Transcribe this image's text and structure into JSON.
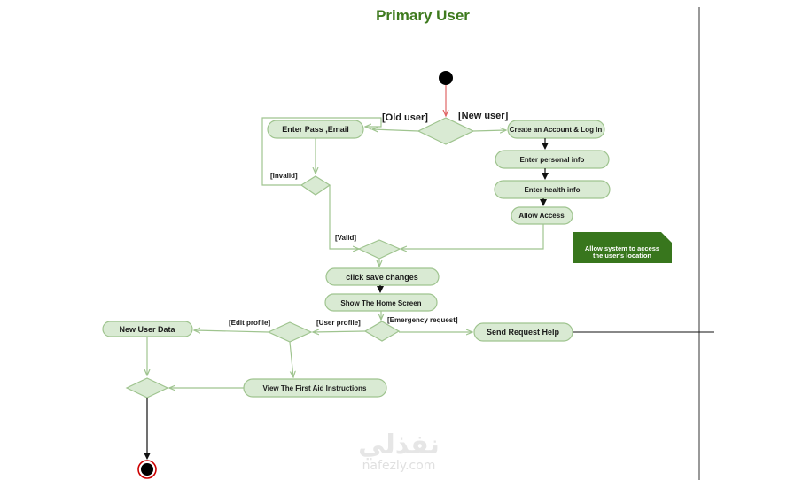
{
  "title": "Primary User",
  "nodes": {
    "enter_pass_email": "Enter Pass ,Email",
    "create_account": "Create an Account & Log In",
    "enter_personal_info": "Enter personal info",
    "enter_health_info": "Enter health info",
    "allow_access": "Allow Access",
    "click_save_changes": "click save changes",
    "show_home_screen": "Show The Home Screen",
    "new_user_data": "New User Data",
    "send_request_help": "Send Request Help",
    "view_first_aid": "View The First Aid Instructions"
  },
  "guards": {
    "old_user": "[Old user]",
    "new_user": "[New user]",
    "invalid": "[Invalid]",
    "valid": "[Valid]",
    "edit_profile": "[Edit profile]",
    "user_profile": "[User profile]",
    "emergency_request": "[Emergency request]"
  },
  "note": {
    "line1": "Allow system to access",
    "line2": "the user's location"
  },
  "watermark": {
    "arabic": "نفذلي",
    "latin": "nafezly.com"
  },
  "colors": {
    "node_fill": "#d9ead3",
    "node_stroke": "#9fc48f",
    "title": "#3e7a1e",
    "note_fill": "#38761d",
    "initial_arrow": "#e06666",
    "final_ring": "#cc0000"
  }
}
